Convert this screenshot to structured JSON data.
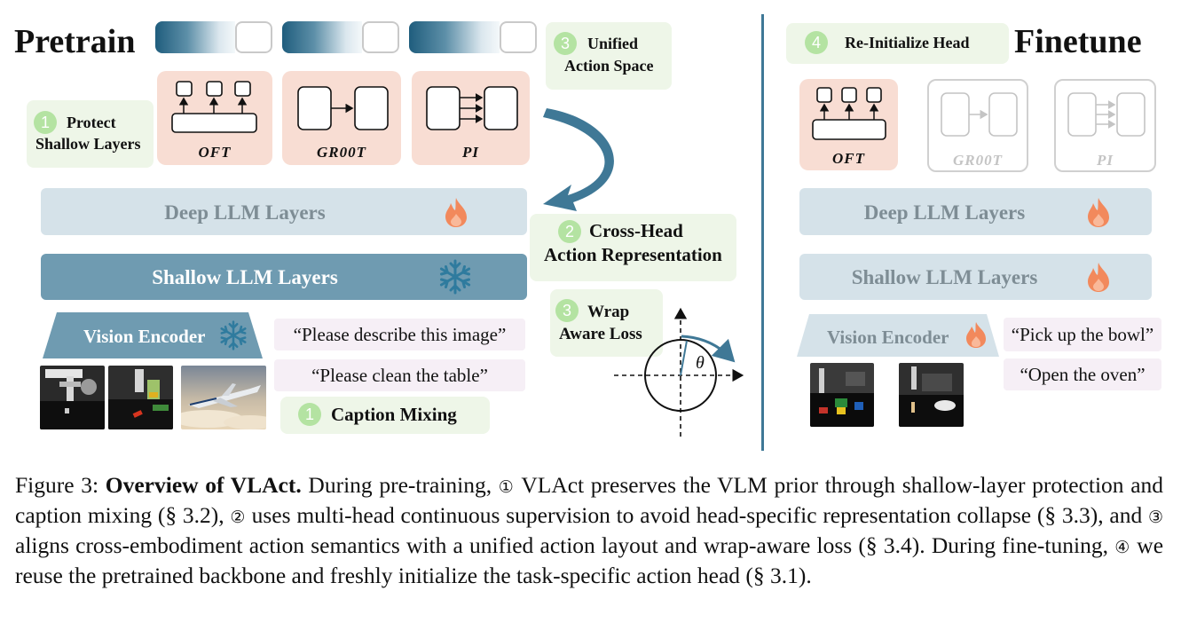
{
  "pretrain": {
    "title": "Pretrain",
    "protect": {
      "num": "1",
      "line1": "Protect",
      "line2": "Shallow Layers"
    },
    "unified": {
      "num": "3",
      "line1": "Unified",
      "line2": "Action Space"
    },
    "heads": [
      "OFT",
      "GR00T",
      "PI"
    ],
    "deep_label": "Deep LLM Layers",
    "shallow_label": "Shallow LLM Layers",
    "vision_label": "Vision Encoder",
    "prompts": [
      "“Please describe this image”",
      "“Please clean the table”"
    ],
    "caption_mixing": {
      "num": "1",
      "label": "Caption Mixing"
    },
    "cross_head": {
      "num": "2",
      "line1": "Cross-Head",
      "line2": "Action Representation"
    },
    "wrap": {
      "num": "3",
      "line1": "Wrap",
      "line2": "Aware Loss"
    },
    "theta": "θ"
  },
  "finetune": {
    "title": "Finetune",
    "reinit": {
      "num": "4",
      "label": "Re-Initialize Head"
    },
    "heads": [
      "OFT",
      "GR00T",
      "PI"
    ],
    "deep_label": "Deep LLM Layers",
    "shallow_label": "Shallow LLM Layers",
    "vision_label": "Vision Encoder",
    "prompts": [
      "“Pick up the bowl”",
      "“Open the oven”"
    ]
  },
  "icons": {
    "frozen": "snowflake-icon",
    "trainable": "flame-icon"
  },
  "colors": {
    "accent": "#6f9bb1",
    "dark_teal": "#1f5d7d",
    "green_badge": "#b4e3a2",
    "head_pink": "#f8ddd3",
    "arrow": "#3f7896"
  },
  "caption": {
    "fig": "Figure 3:",
    "bold": "Overview of VLAct.",
    "t1": "During pre-training,",
    "c1": "①",
    "t2": "VLAct preserves the VLM prior through shallow-layer protection and caption mixing (§ 3.2),",
    "c2": "②",
    "t3": "uses multi-head continuous supervision to avoid head-specific representation collapse (§ 3.3), and",
    "c3": "③",
    "t4": "aligns cross-embodiment action semantics with a unified action layout and wrap-aware loss (§ 3.4). During fine-tuning,",
    "c4": "④",
    "t5": "we reuse the pretrained backbone and freshly initialize the task-specific action head (§ 3.1)."
  }
}
